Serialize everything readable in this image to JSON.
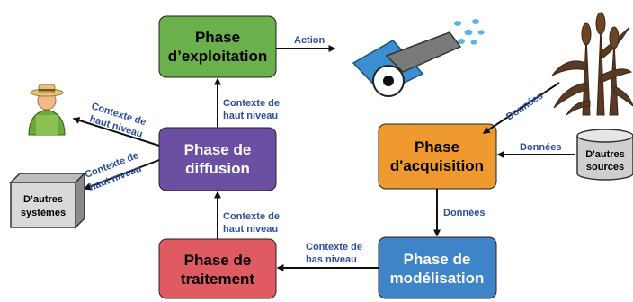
{
  "phases": {
    "exploitation": {
      "line1": "Phase",
      "line2": "d’exploitation",
      "color": "#6ab04c"
    },
    "diffusion": {
      "line1": "Phase de",
      "line2": "diffusion",
      "color": "#6a4fa3"
    },
    "traitement": {
      "line1": "Phase de",
      "line2": "traitement",
      "color": "#e05a62"
    },
    "acquisition": {
      "line1": "Phase",
      "line2": "d'acquisition",
      "color": "#ef9a2e"
    },
    "modelisation": {
      "line1": "Phase de",
      "line2": "modélisation",
      "color": "#3f83c8"
    }
  },
  "edges": {
    "action": "Action",
    "diff_to_exp": {
      "line1": "Contexte de",
      "line2": "haut niveau"
    },
    "trait_to_diff": {
      "line1": "Contexte de",
      "line2": "haut niveau"
    },
    "mod_to_trait": {
      "line1": "Contexte de",
      "line2": "bas niveau"
    },
    "acq_to_mod": "Données",
    "plant_to_acq": "Données",
    "sources_to_acq": "Données",
    "diff_to_farmer": {
      "line1": "Contexte de",
      "line2": "haut niveau"
    },
    "diff_to_systems": {
      "line1": "Contexte de",
      "line2": "haut niveau"
    }
  },
  "external": {
    "sources": {
      "line1": "D'autres",
      "line2": "sources"
    },
    "systems": {
      "line1": "D’autres",
      "line2": "systèmes"
    }
  },
  "colors": {
    "edge_text": "#2e4d9b",
    "arrow": "#111111"
  },
  "icons": [
    "sprinkler-icon",
    "farmer-icon",
    "plant-icon",
    "database-icon",
    "server-box-icon"
  ]
}
